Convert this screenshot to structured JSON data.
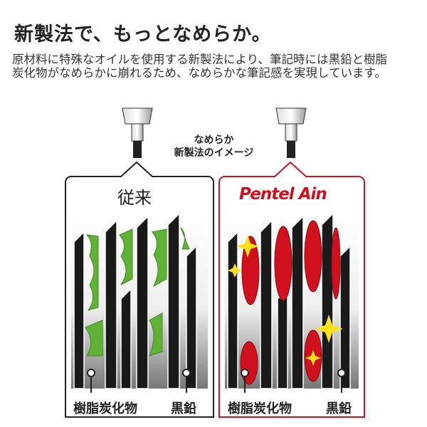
{
  "title": "新製法で、もっとなめらか。",
  "description": "原材料に特殊なオイルを使用する新製法により、筆記時には黒鉛と樹脂炭化物がなめらかに崩れるため、なめらかな筆記感を実現しています。",
  "caption": {
    "line1": "なめらか",
    "line2": "新製法のイメージ"
  },
  "left_panel": {
    "heading": "従来",
    "label_resin": "樹脂炭化物",
    "label_graphite": "黒鉛"
  },
  "right_panel": {
    "logo": "Pentel Ain",
    "label_resin": "樹脂炭化物",
    "label_graphite": "黒鉛"
  },
  "colors": {
    "accent": "#d0101c",
    "resin_old": "#5fb236",
    "resin_new": "#d0101c"
  }
}
